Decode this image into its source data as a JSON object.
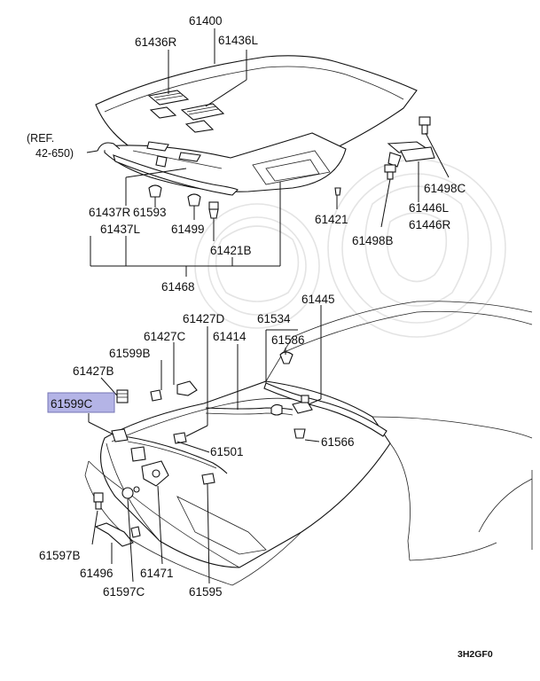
{
  "diagram": {
    "highlight_color": "#b4b4e6",
    "highlight_part": "61599C",
    "diagram_code": "3H2GF0",
    "reference_note": {
      "line1": "(REF.",
      "line2": "42-650)"
    },
    "labels": {
      "p61400": "61400",
      "p61436R": "61436R",
      "p61436L": "61436L",
      "p61498C": "61498C",
      "p61446L": "61446L",
      "p61446R": "61446R",
      "p61498B": "61498B",
      "p61421": "61421",
      "p61437R": "61437R",
      "p61437L": "61437L",
      "p61593": "61593",
      "p61499": "61499",
      "p61421B": "61421B",
      "p61468": "61468",
      "p61445": "61445",
      "p61427D": "61427D",
      "p61534": "61534",
      "p61427C": "61427C",
      "p61414": "61414",
      "p61586": "61586",
      "p61599B": "61599B",
      "p61427B": "61427B",
      "p61599C": "61599C",
      "p61566": "61566",
      "p61501": "61501",
      "p61597B": "61597B",
      "p61496": "61496",
      "p61471": "61471",
      "p61597C": "61597C",
      "p61595": "61595"
    }
  }
}
